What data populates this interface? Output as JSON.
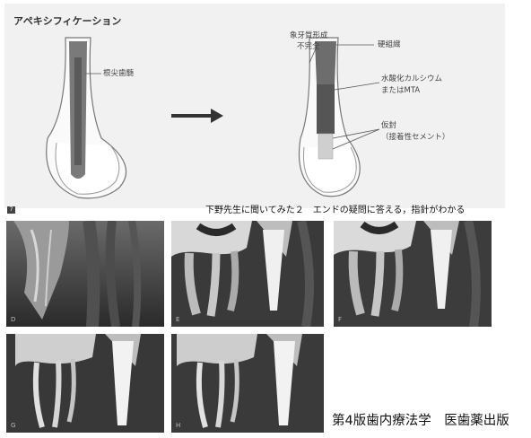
{
  "diagram": {
    "title": "アペキシフィケーション",
    "left_label": "根尖歯髄",
    "right_labels": {
      "incomplete": [
        "象牙質形成",
        "不完全"
      ],
      "hard_tissue": "硬組織",
      "material": [
        "水酸化カルシウム",
        "またはMTA"
      ],
      "sealer": [
        "仮封",
        "（接着性セメント）"
      ]
    }
  },
  "figure_badge": "7",
  "caption_top": "下野先生に聞いてみた２　エンドの疑問に答える，指針がわかる",
  "caption_bottom": "第4版歯内療法学　医歯薬出版",
  "radiographs": [
    {
      "label": "D"
    },
    {
      "label": "E"
    },
    {
      "label": "F"
    },
    {
      "label": "G"
    },
    {
      "label": "H"
    }
  ]
}
